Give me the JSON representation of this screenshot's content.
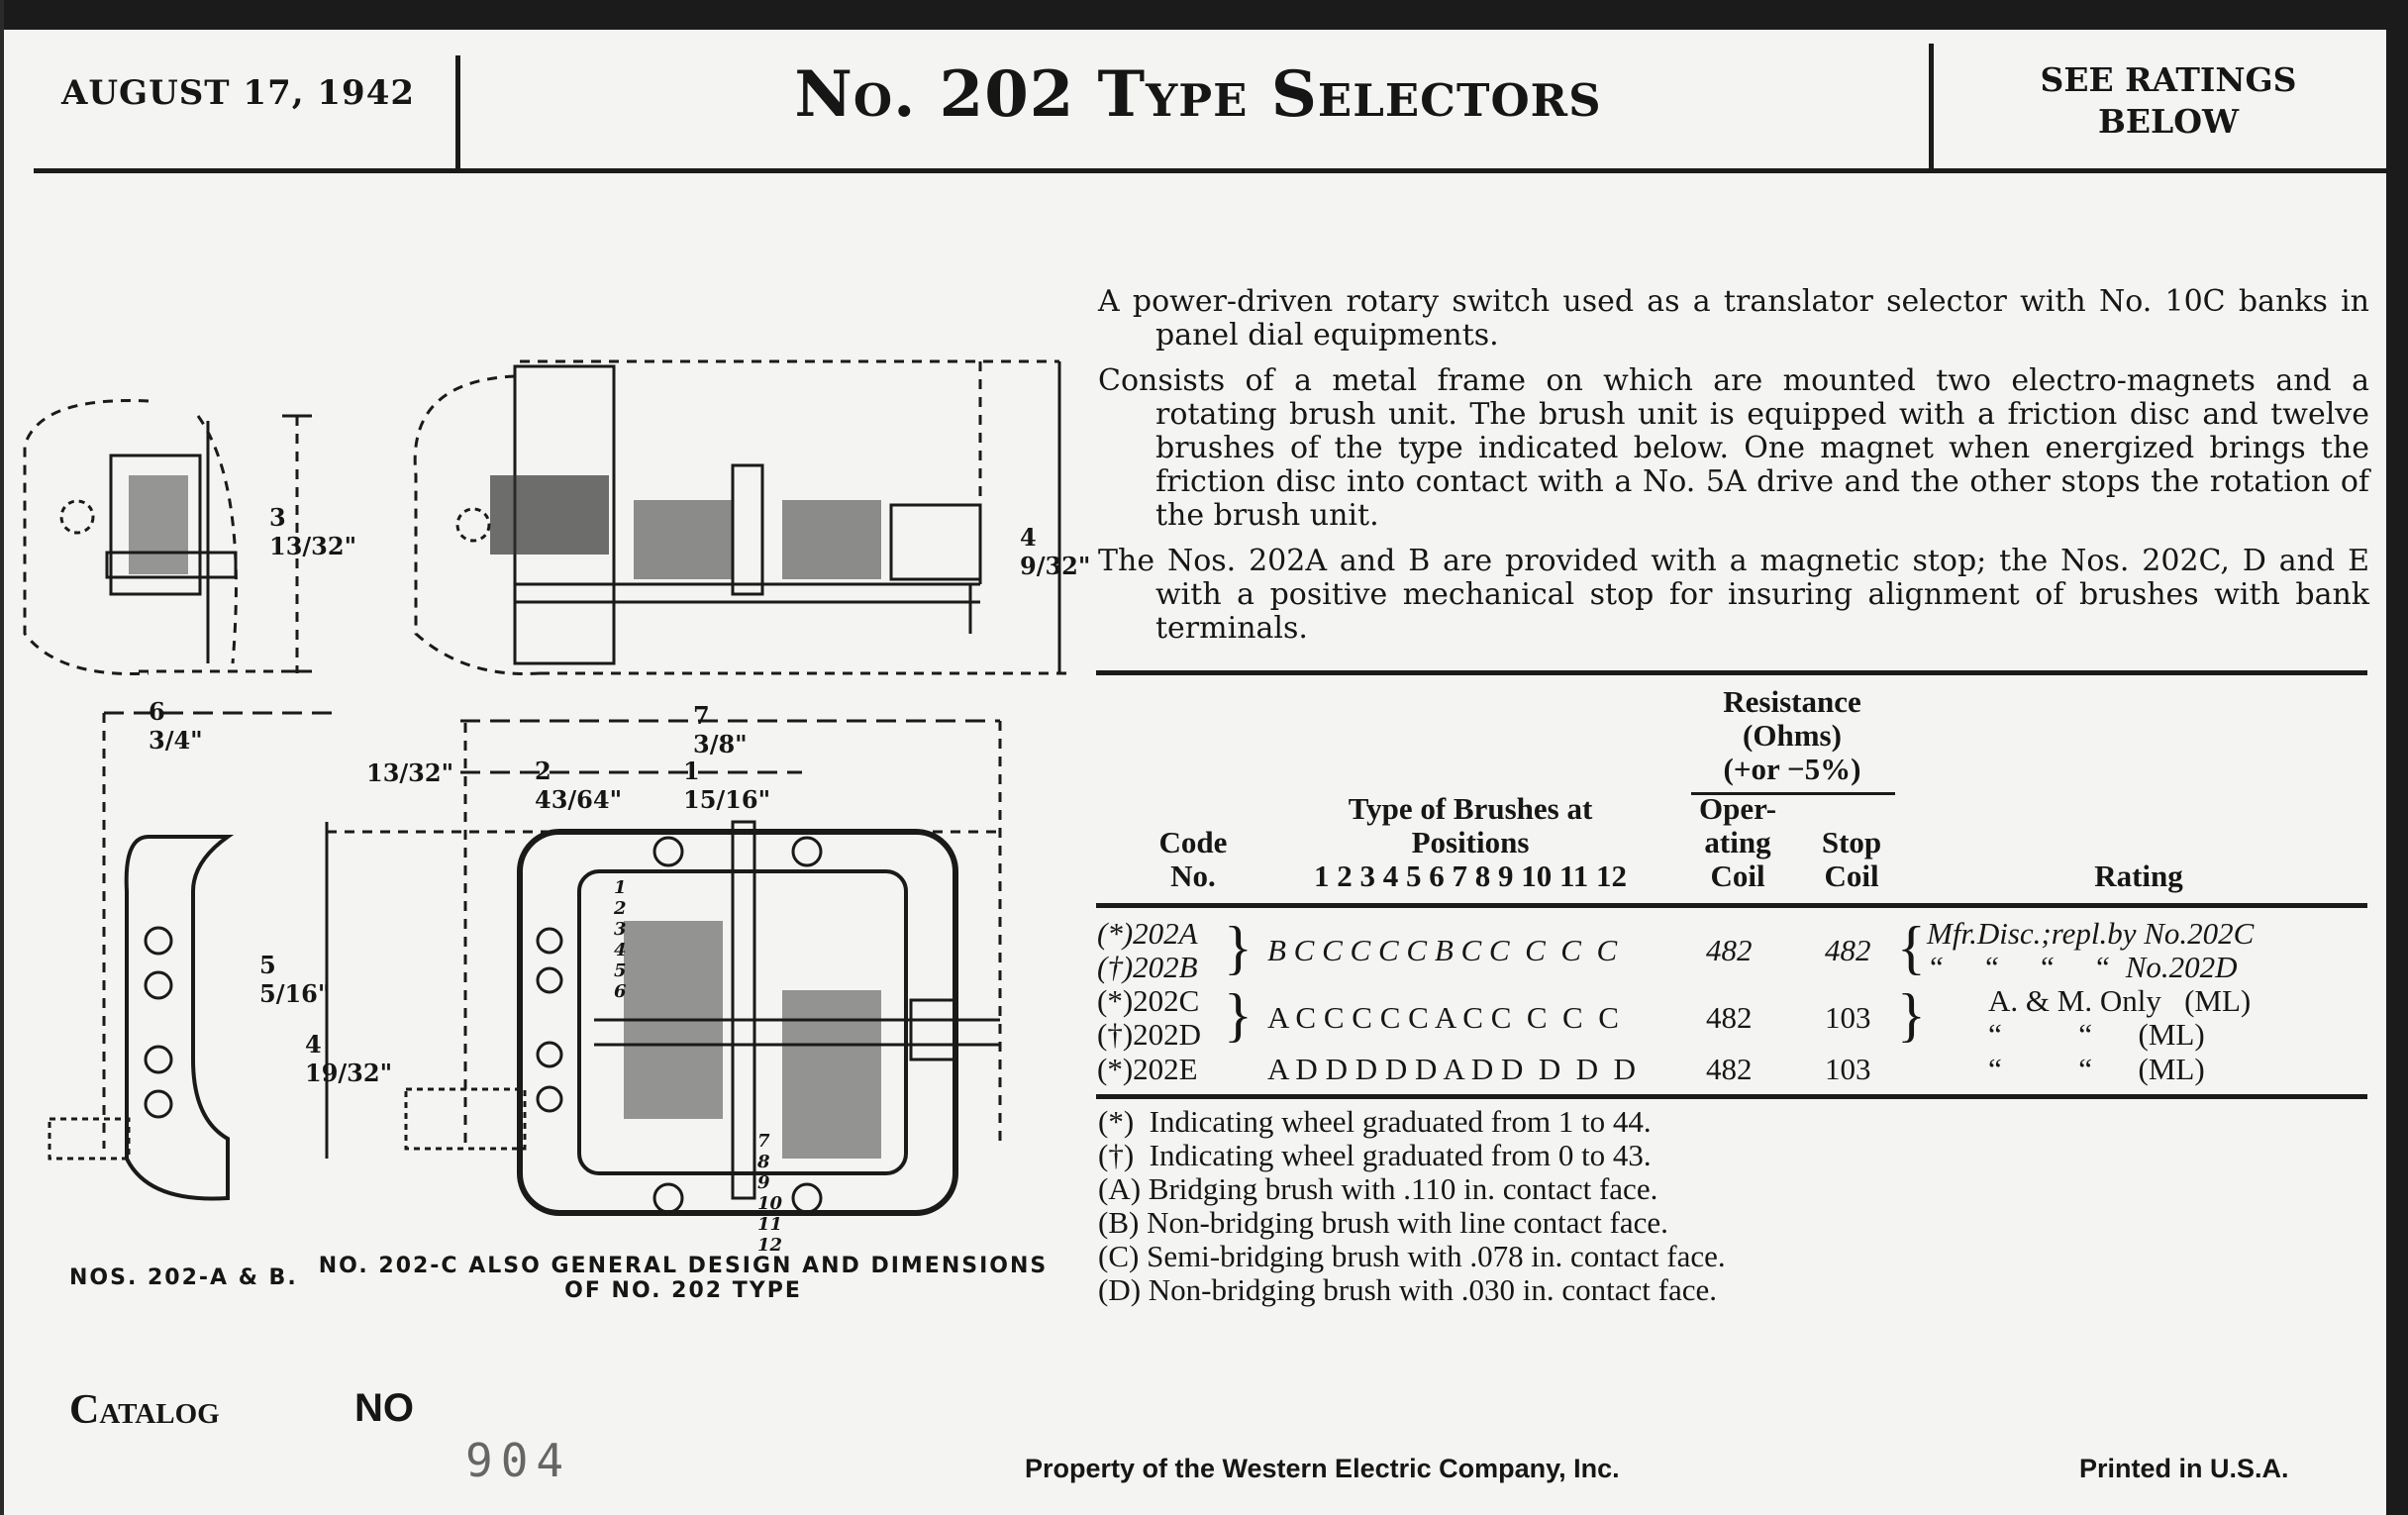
{
  "header": {
    "date": "AUGUST 17, 1942",
    "title": "No. 202 Type Selectors",
    "ratings_note": [
      "SEE RATINGS",
      "BELOW"
    ]
  },
  "description": [
    "A power-driven rotary switch used as a translator selector with No. 10C banks in panel dial equipments.",
    "Consists of a metal frame on which are mounted two electro-magnets and a rotating brush unit. The brush unit is equipped with a friction disc and twelve brushes of the type indicated below. One magnet when energized brings the friction disc into contact with a No. 5A drive and the other stops the rotation of the brush unit.",
    "The Nos. 202A and B are provided with a magnetic stop; the Nos. 202C, D and E with a positive mechanical stop for insuring alignment of brushes with bank terminals."
  ],
  "table": {
    "resistance_header": [
      "Resistance",
      "(Ohms)",
      "(+or −5%)"
    ],
    "code_header": [
      "Code",
      "No."
    ],
    "brushes_header": [
      "Type of Brushes at",
      "Positions"
    ],
    "positions": "1 2 3 4 5 6 7 8 9 10 11 12",
    "operating_header": [
      "Oper-",
      "ating",
      "Coil"
    ],
    "stop_header": [
      "Stop",
      "Coil"
    ],
    "rating_header": "Rating",
    "rows": [
      {
        "codes": [
          "(*)202A",
          "(†)202B"
        ],
        "brushes": "B C C C C C B C C  C  C  C",
        "operating": "482",
        "stop": "482",
        "rating": [
          "Mfr.Disc.;repl.by No.202C",
          "“     “     “     “  No.202D"
        ]
      },
      {
        "codes": [
          "(*)202C",
          "(†)202D"
        ],
        "brushes": "A C C C C C A C C  C  C  C",
        "operating": "482",
        "stop": "103",
        "rating": [
          "A. & M. Only   (ML)",
          "“          “      (ML)"
        ]
      },
      {
        "codes": [
          "(*)202E"
        ],
        "brushes": "A D D D D D A D D  D  D  D",
        "operating": "482",
        "stop": "103",
        "rating": [
          "“          “      (ML)"
        ]
      }
    ]
  },
  "footnotes": [
    "(*)  Indicating wheel graduated from 1 to 44.",
    "(†)  Indicating wheel graduated from 0 to 43.",
    "(A) Bridging brush with .110 in. contact face.",
    "(B) Non-bridging brush with line contact face.",
    "(C) Semi-bridging brush with .078 in. contact face.",
    "(D) Non-bridging brush with .030 in. contact face."
  ],
  "drawing": {
    "dims": [
      "3 13/32\"",
      "4 9/32\"",
      "6 3/4\"",
      "7 3/8\"",
      "13/32\"",
      "2 43/64\"",
      "1 15/16\"",
      "5 5/16\"",
      "4 19/32\"",
      "1 2 3 4 5 6",
      "7 8 9 10 11 12"
    ],
    "caption_left": "NOS. 202-A & B.",
    "caption_right": [
      "NO. 202-C ALSO GENERAL DESIGN AND DIMENSIONS",
      "OF NO. 202 TYPE"
    ]
  },
  "footer": {
    "catalog_label": "Catalog",
    "catalog_no_label": "NO",
    "catalog_number": "904",
    "property": "Property of the Western Electric Company, Inc.",
    "printed": "Printed in U.S.A."
  }
}
